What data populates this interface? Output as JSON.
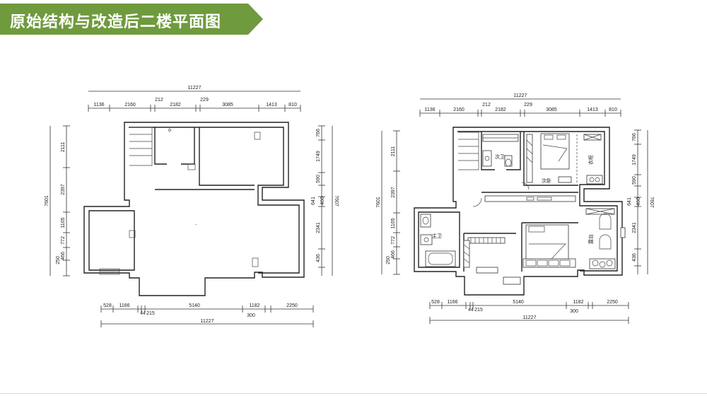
{
  "title": "原始结构与改造后二楼平面图",
  "dims": {
    "top_total": "11227",
    "top_segments": [
      "1136",
      "2160",
      "212",
      "2182",
      "229",
      "3085",
      "1413",
      "810"
    ],
    "left_total": "7601",
    "left_segments": [
      "2111",
      "2397",
      "1105",
      "772",
      "250",
      "466"
    ],
    "right_total": "7607",
    "right_segments": [
      "766",
      "1749",
      "590",
      "641",
      "460",
      "2341",
      "436"
    ],
    "bottom_segments": [
      "528",
      "1166",
      "44",
      "215",
      "5140",
      "1182",
      "300",
      "2250"
    ],
    "bottom_total": "11227"
  },
  "rooms": {
    "bath_small": "次卫",
    "bedroom_second": "次卧",
    "cloakroom": "衣柜",
    "bath_master": "主卫",
    "balcony": "露台"
  },
  "colors": {
    "banner": "#6f9a3d",
    "title_text": "#ffffff"
  }
}
